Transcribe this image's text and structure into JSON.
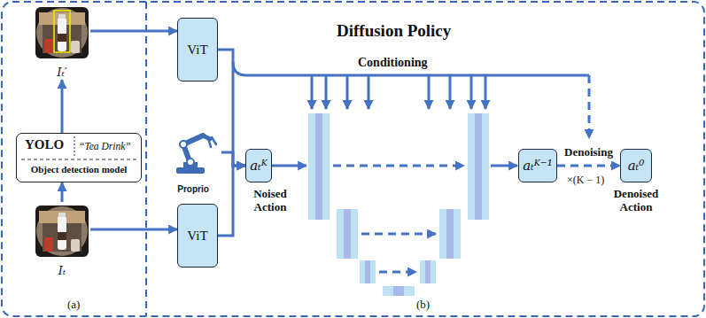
{
  "diagram": {
    "title": "Diffusion Policy",
    "nodes": [
      {
        "text": [
          "Iₜ′"
        ]
      },
      {
        "text": [
          "YOLO",
          "“Tea Drink”",
          "Object detection model"
        ]
      },
      {
        "text": [
          "Iₜ"
        ]
      },
      {
        "text": [
          "ViT"
        ]
      },
      {
        "text": [
          "Proprio"
        ]
      },
      {
        "text": [
          "ViT"
        ]
      },
      {
        "text": [
          "aₜᴷ",
          "Noised Action"
        ]
      },
      {
        "text": [
          "aₜᴷ⁻¹"
        ]
      },
      {
        "text": [
          "aₜ⁰",
          "Denoised Action"
        ]
      }
    ],
    "edges": [
      {
        "from": 2,
        "to": 1,
        "arrow": "to"
      },
      {
        "from": 1,
        "to": 0,
        "arrow": "to"
      },
      {
        "from": 0,
        "to": 3,
        "arrow": "to"
      },
      {
        "from": 2,
        "to": 5,
        "arrow": "to"
      },
      {
        "from": 3,
        "to": 6,
        "arrow": "to"
      },
      {
        "from": 4,
        "to": 6,
        "arrow": "to"
      },
      {
        "from": 5,
        "to": 6,
        "arrow": "to"
      },
      {
        "from": 7,
        "to": 8,
        "arrow": "to",
        "label": "Denoising"
      }
    ],
    "labels": [
      "Conditioning",
      "×(K − 1)",
      "(a)",
      "(b)"
    ]
  }
}
